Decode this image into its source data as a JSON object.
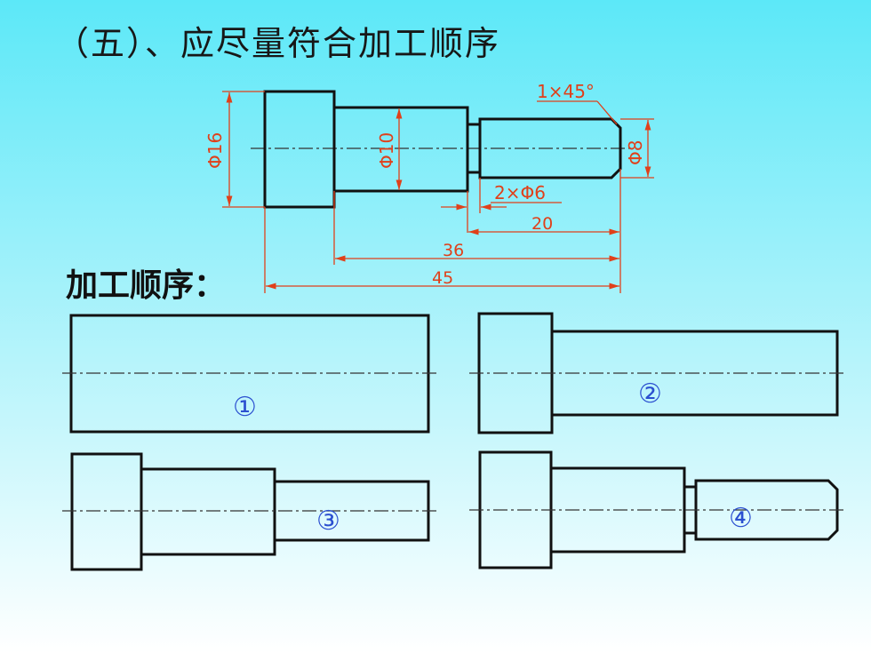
{
  "title": "（五）、应尽量符合加工顺序",
  "subtitle": "加工顺序：",
  "dimensions": {
    "chamfer": "1×45°",
    "dia_left": "Φ16",
    "dia_mid": "Φ10",
    "dia_right": "Φ8",
    "groove": "2×Φ6",
    "len_20": "20",
    "len_36": "36",
    "len_45": "45"
  },
  "steps": [
    "①",
    "②",
    "③",
    "④"
  ],
  "colors": {
    "dimension": "#e0401a",
    "outline": "#111111",
    "step_number": "#2b4fd0"
  }
}
